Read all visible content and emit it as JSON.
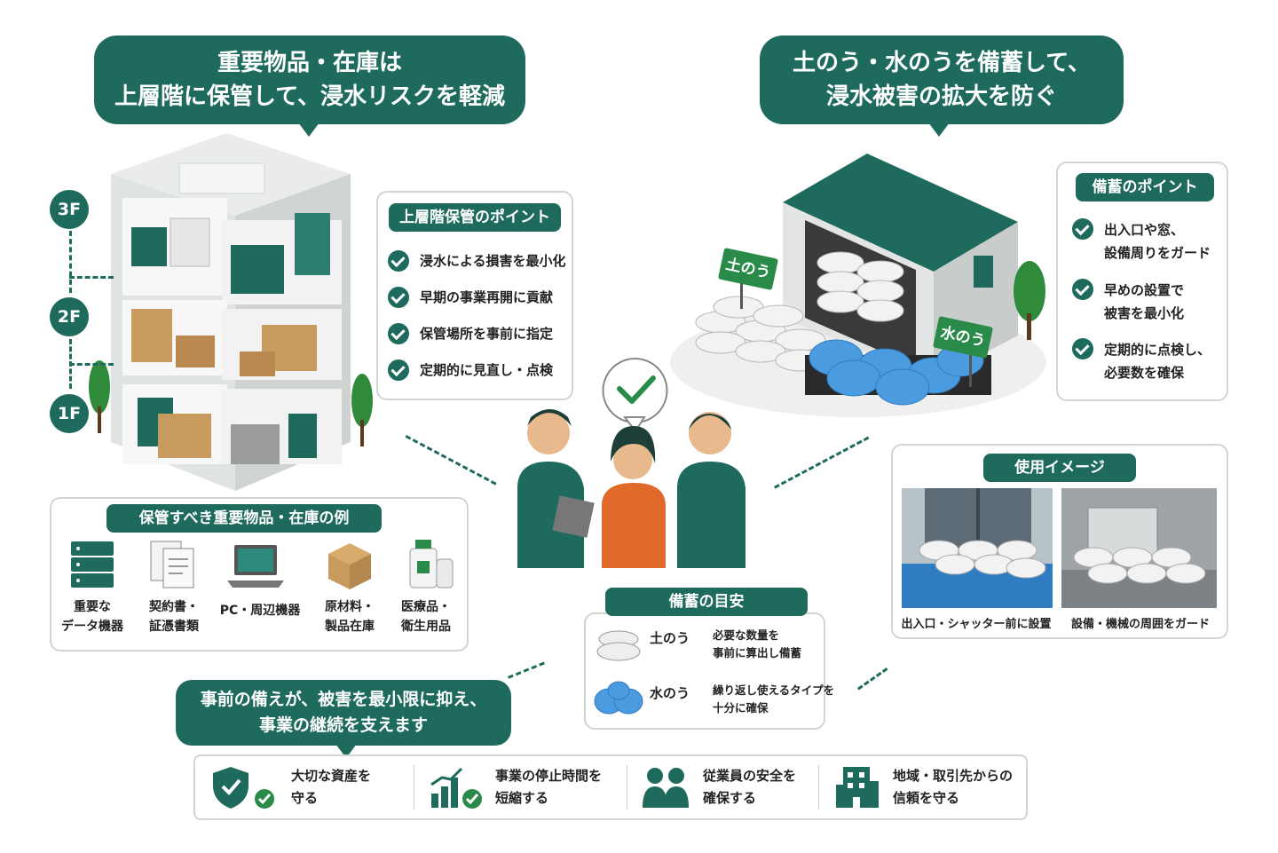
{
  "left_bubble": {
    "line1": "重要物品・在庫は",
    "line2": "上層階に保管して、浸水リスクを軽減"
  },
  "right_bubble": {
    "line1": "土のう・水のうを備蓄して、",
    "line2": "浸水被害の拡大を防ぐ"
  },
  "floors": [
    "3F",
    "2F",
    "1F"
  ],
  "upper_panel": {
    "title": "上層階保管のポイント",
    "points": [
      "浸水による損害を最小化",
      "早期の事業再開に貢献",
      "保管場所を事前に指定",
      "定期的に見直し・点検"
    ]
  },
  "storage_panel": {
    "title": "備蓄のポイント",
    "points": [
      {
        "l1": "出入口や窓、",
        "l2": "設備周りをガード"
      },
      {
        "l1": "早めの設置で",
        "l2": "被害を最小化"
      },
      {
        "l1": "定期的に点検し、",
        "l2": "必要数を確保"
      }
    ]
  },
  "signs": {
    "donou": "土のう",
    "mizunou": "水のう"
  },
  "items_panel": {
    "title": "保管すべき重要物品・在庫の例",
    "items": [
      {
        "l1": "重要な",
        "l2": "データ機器"
      },
      {
        "l1": "契約書・",
        "l2": "証憑書類"
      },
      {
        "l1": "PC・周辺機器",
        "l2": ""
      },
      {
        "l1": "原材料・",
        "l2": "製品在庫"
      },
      {
        "l1": "医療品・",
        "l2": "衛生用品"
      }
    ]
  },
  "usage_panel": {
    "title": "使用イメージ",
    "captions": [
      "出入口・シャッター前に設置",
      "設備・機械の周囲をガード"
    ]
  },
  "guide_panel": {
    "title": "備蓄の目安",
    "rows": [
      {
        "name": "土のう",
        "d1": "必要な数量を",
        "d2": "事前に算出し備蓄"
      },
      {
        "name": "水のう",
        "d1": "繰り返し使えるタイプを",
        "d2": "十分に確保"
      }
    ]
  },
  "summary_bubble": {
    "line1": "事前の備えが、被害を最小限に抑え、",
    "line2": "事業の継続を支えます"
  },
  "benefits": [
    {
      "l1": "大切な資産を",
      "l2": "守る",
      "icon": "shield-check-icon"
    },
    {
      "l1": "事業の停止時間を",
      "l2": "短縮する",
      "icon": "growth-chart-icon"
    },
    {
      "l1": "従業員の安全を",
      "l2": "確保する",
      "icon": "people-icon"
    },
    {
      "l1": "地域・取引先からの",
      "l2": "信頼を守る",
      "icon": "building-icon"
    }
  ],
  "colors": {
    "brand": "#1e6b5e",
    "sandbag": "#eeeeee",
    "waterbag": "#4a9be0",
    "box": "#c79a5e"
  }
}
